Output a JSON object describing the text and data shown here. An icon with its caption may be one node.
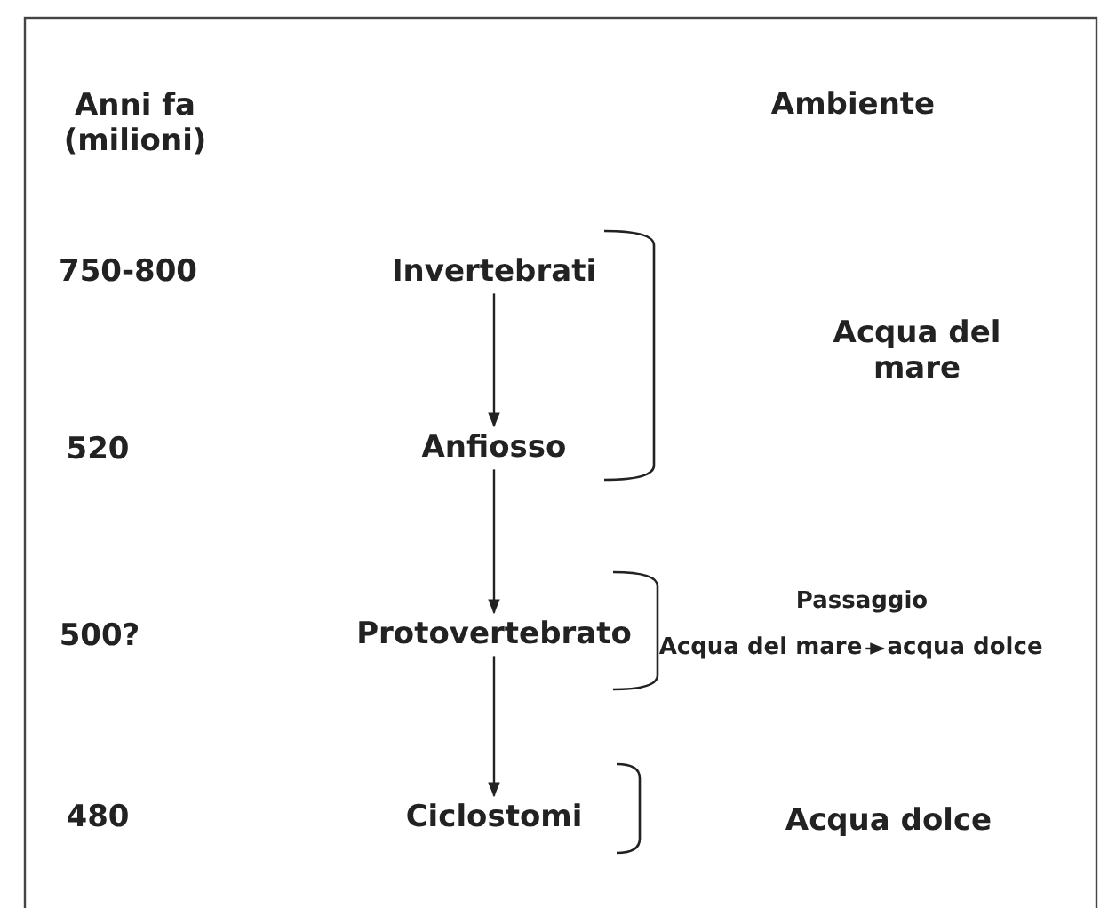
{
  "diagram": {
    "nodes": [
      {
        "text": [
          "Invertebrati"
        ]
      },
      {
        "text": [
          "Anfiosso"
        ]
      },
      {
        "text": [
          "Protovertebrato"
        ]
      },
      {
        "text": [
          "Ciclostomi"
        ]
      },
      {
        "text": [
          "Acqua del mare"
        ]
      },
      {
        "text": [
          "acqua dolce"
        ]
      }
    ],
    "edges": [
      {
        "from": 0,
        "to": 1,
        "arrow": "to"
      },
      {
        "from": 1,
        "to": 2,
        "arrow": "to"
      },
      {
        "from": 2,
        "to": 3,
        "arrow": "to"
      },
      {
        "from": 4,
        "to": 5,
        "arrow": "to"
      }
    ],
    "labels": [
      "Anni fa (milioni)",
      "Ambiente",
      "750-800",
      "520",
      "500?",
      "480",
      "Acqua del mare",
      "Passaggio",
      "Acqua dolce"
    ]
  }
}
